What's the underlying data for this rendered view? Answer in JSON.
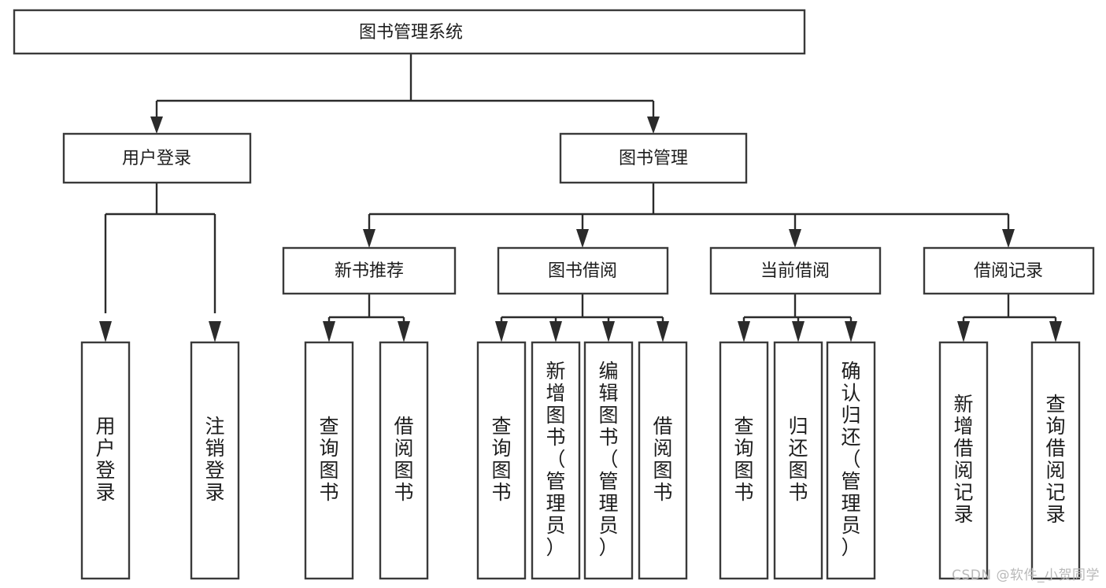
{
  "diagram": {
    "title": "图书管理系统",
    "watermark": "CSDN @软件_小贺同学",
    "nodes": {
      "root": {
        "label": "图书管理系统"
      },
      "level2": [
        {
          "id": "user-login",
          "label": "用户登录"
        },
        {
          "id": "book-manage",
          "label": "图书管理"
        }
      ],
      "level3": [
        {
          "id": "new-book-recommend",
          "label": "新书推荐"
        },
        {
          "id": "book-borrow",
          "label": "图书借阅"
        },
        {
          "id": "current-borrow",
          "label": "当前借阅"
        },
        {
          "id": "borrow-record",
          "label": "借阅记录"
        }
      ],
      "leaves": {
        "user_login": [
          {
            "id": "leaf-user-login",
            "label": "用户登录"
          },
          {
            "id": "leaf-logout-login",
            "label": "注销登录"
          }
        ],
        "new_book_recommend": [
          {
            "id": "leaf-query-book-1",
            "label": "查询图书"
          },
          {
            "id": "leaf-borrow-book-1",
            "label": "借阅图书"
          }
        ],
        "book_borrow": [
          {
            "id": "leaf-query-book-2",
            "label": "查询图书"
          },
          {
            "id": "leaf-add-book",
            "label": "新增图书（管理员）"
          },
          {
            "id": "leaf-edit-book",
            "label": "编辑图书（管理员）"
          },
          {
            "id": "leaf-borrow-book-2",
            "label": "借阅图书"
          }
        ],
        "current_borrow": [
          {
            "id": "leaf-query-book-3",
            "label": "查询图书"
          },
          {
            "id": "leaf-return-book",
            "label": "归还图书"
          },
          {
            "id": "leaf-confirm-return",
            "label": "确认归还（管理员）"
          }
        ],
        "borrow_record": [
          {
            "id": "leaf-add-record",
            "label": "新增借阅记录"
          },
          {
            "id": "leaf-query-record",
            "label": "查询借阅记录"
          }
        ]
      }
    },
    "colors": {
      "box_stroke": "#3a3a3a",
      "connector": "#2b2b2b",
      "text": "#1d1d1d",
      "background": "#ffffff",
      "watermark": "#b9b9b9"
    }
  }
}
